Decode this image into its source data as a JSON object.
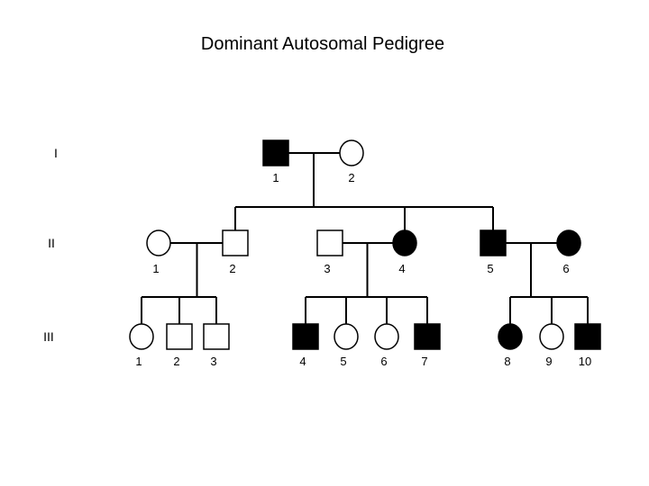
{
  "title": "Dominant Autosomal Pedigree",
  "colors": {
    "affected": "#000000",
    "unaffected": "#ffffff",
    "line": "#000000"
  },
  "legend_shapes": {
    "male": "square",
    "female": "circle"
  },
  "generations": [
    {
      "label": "I",
      "individuals": [
        {
          "label": "1",
          "sex": "male",
          "affected": true
        },
        {
          "label": "2",
          "sex": "female",
          "affected": false
        }
      ]
    },
    {
      "label": "II",
      "individuals": [
        {
          "label": "1",
          "sex": "female",
          "affected": false
        },
        {
          "label": "2",
          "sex": "male",
          "affected": false
        },
        {
          "label": "3",
          "sex": "male",
          "affected": false
        },
        {
          "label": "4",
          "sex": "female",
          "affected": true
        },
        {
          "label": "5",
          "sex": "male",
          "affected": true
        },
        {
          "label": "6",
          "sex": "female",
          "affected": true
        }
      ]
    },
    {
      "label": "III",
      "individuals": [
        {
          "label": "1",
          "sex": "female",
          "affected": false
        },
        {
          "label": "2",
          "sex": "male",
          "affected": false
        },
        {
          "label": "3",
          "sex": "male",
          "affected": false
        },
        {
          "label": "4",
          "sex": "male",
          "affected": true
        },
        {
          "label": "5",
          "sex": "female",
          "affected": false
        },
        {
          "label": "6",
          "sex": "female",
          "affected": false
        },
        {
          "label": "7",
          "sex": "male",
          "affected": true
        },
        {
          "label": "8",
          "sex": "female",
          "affected": true
        },
        {
          "label": "9",
          "sex": "female",
          "affected": false
        },
        {
          "label": "10",
          "sex": "male",
          "affected": true
        }
      ]
    }
  ]
}
